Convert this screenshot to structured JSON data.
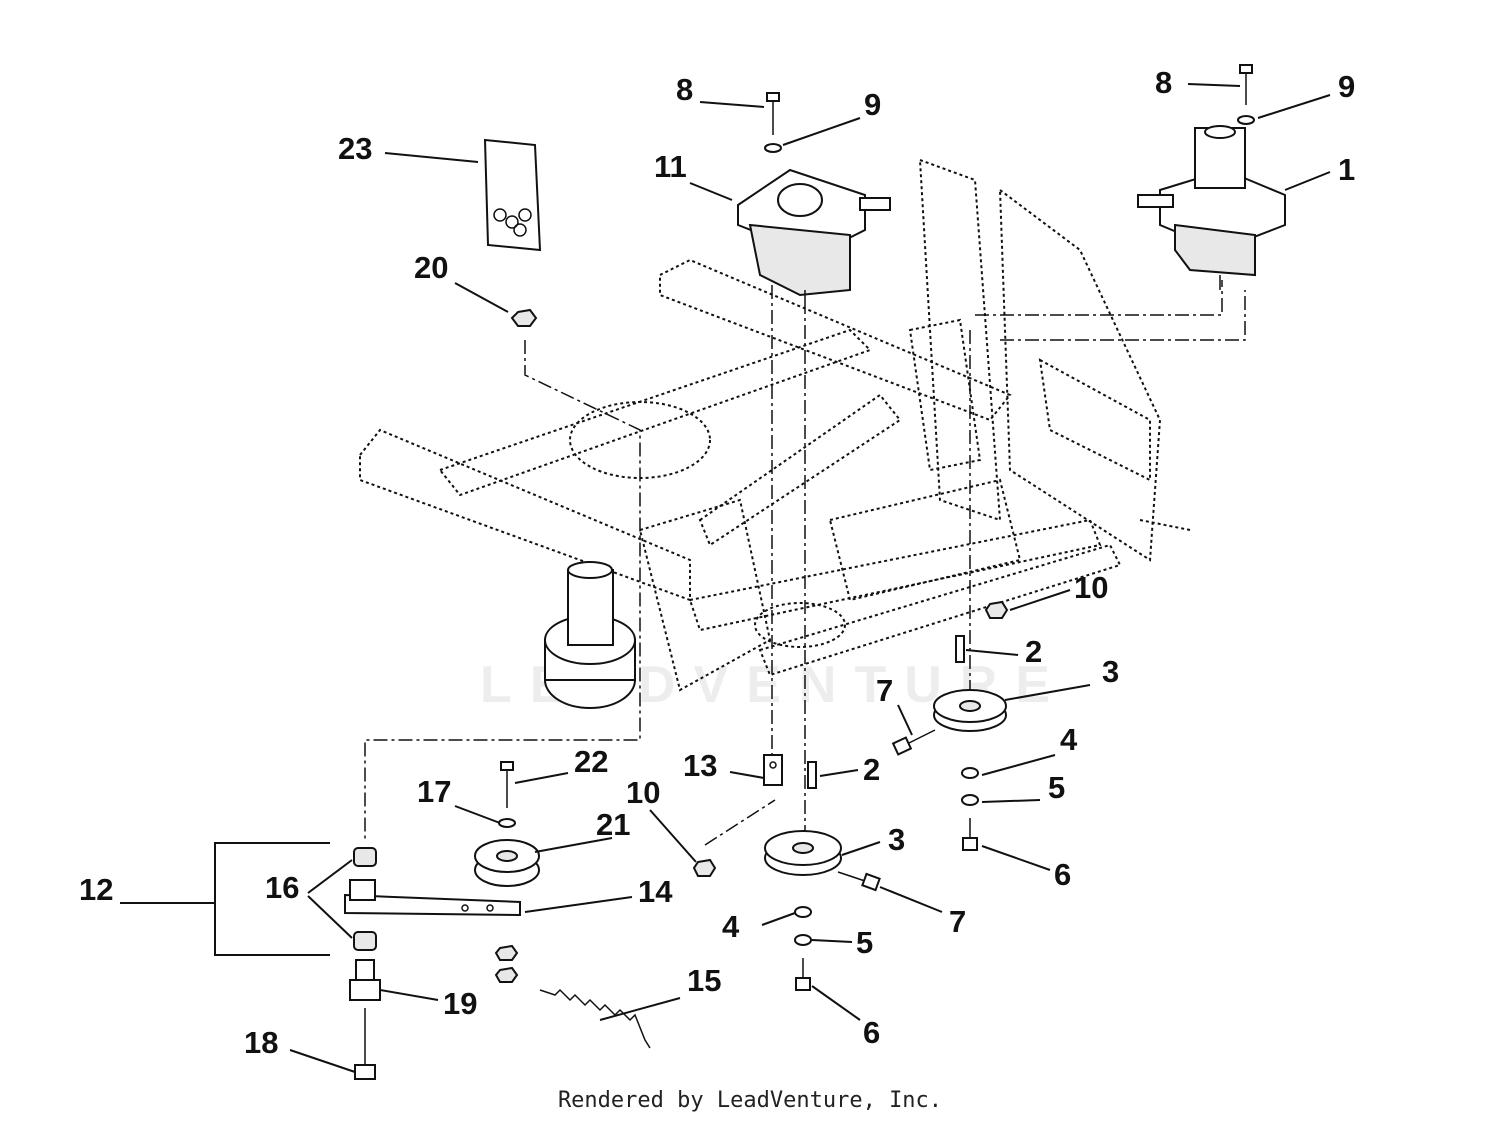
{
  "watermark": "LEADVENTURE",
  "footer": "Rendered by LeadVenture, Inc.",
  "callouts": {
    "c1": "1",
    "c2a": "2",
    "c2b": "2",
    "c3a": "3",
    "c3b": "3",
    "c4a": "4",
    "c4b": "4",
    "c5a": "5",
    "c5b": "5",
    "c6a": "6",
    "c6b": "6",
    "c7a": "7",
    "c7b": "7",
    "c8a": "8",
    "c8b": "8",
    "c9a": "9",
    "c9b": "9",
    "c10a": "10",
    "c10b": "10",
    "c11": "11",
    "c12": "12",
    "c13": "13",
    "c14": "14",
    "c15": "15",
    "c16": "16",
    "c17": "17",
    "c18": "18",
    "c19": "19",
    "c20": "20",
    "c21": "21",
    "c22": "22",
    "c23": "23"
  }
}
